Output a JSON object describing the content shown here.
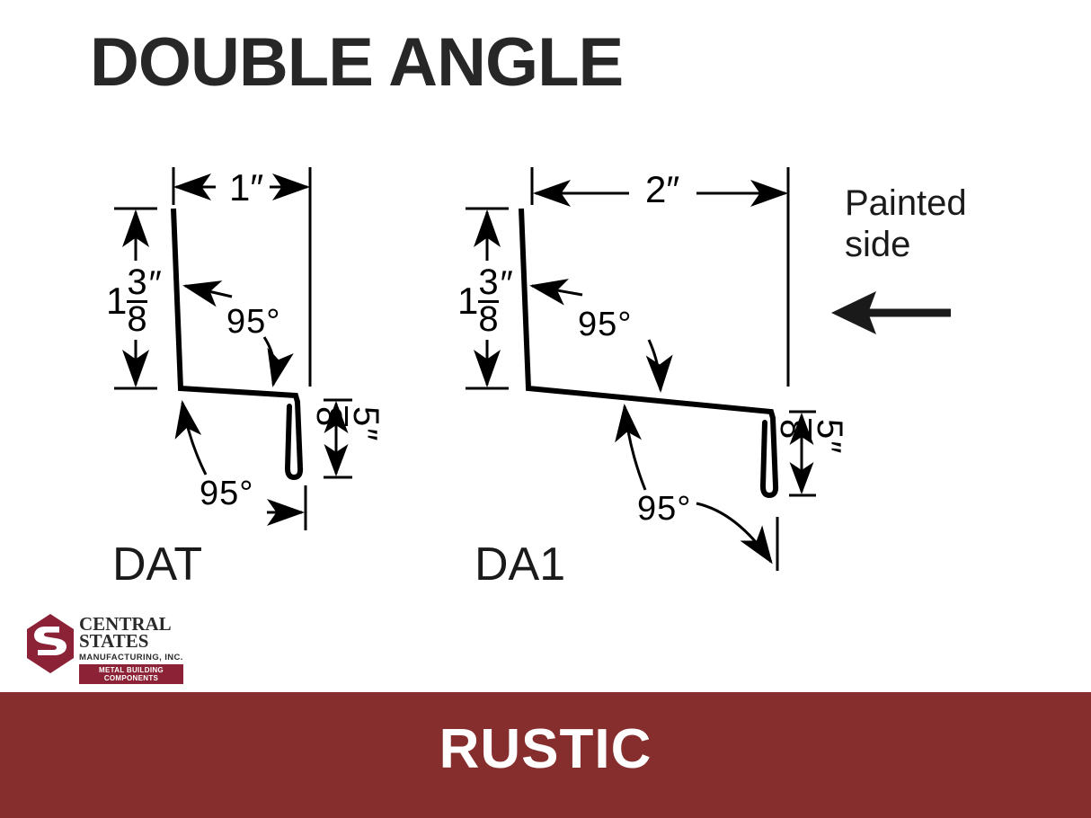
{
  "header": {
    "title": "DOUBLE ANGLE"
  },
  "callout": {
    "painted_side_line1": "Painted",
    "painted_side_line2": "side",
    "arrow_direction": "left"
  },
  "profiles": [
    {
      "name": "DAT",
      "top_width": "1″",
      "top_width_value": "1",
      "vertical_dimension": {
        "whole": "1",
        "numerator": "3",
        "denominator": "8",
        "unit": "″"
      },
      "hem_dimension": {
        "numerator": "5",
        "denominator": "8",
        "unit": "″"
      },
      "angles": [
        "95°",
        "95°"
      ]
    },
    {
      "name": "DA1",
      "top_width": "2″",
      "top_width_value": "2",
      "vertical_dimension": {
        "whole": "1",
        "numerator": "3",
        "denominator": "8",
        "unit": "″"
      },
      "hem_dimension": {
        "numerator": "5",
        "denominator": "8",
        "unit": "″"
      },
      "angles": [
        "95°",
        "95°"
      ]
    }
  ],
  "logo": {
    "line1": "CENTRAL",
    "line2": "STATES",
    "line3": "MANUFACTURING, INC.",
    "tagline": "METAL BUILDING COMPONENTS",
    "mark_color": "#8b2236"
  },
  "banner": {
    "label": "RUSTIC",
    "background_color": "#862e2e",
    "text_color": "#ffffff"
  },
  "colors": {
    "title": "#272727",
    "line": "#000000",
    "background": "#ffffff",
    "brand": "#862e2e"
  }
}
